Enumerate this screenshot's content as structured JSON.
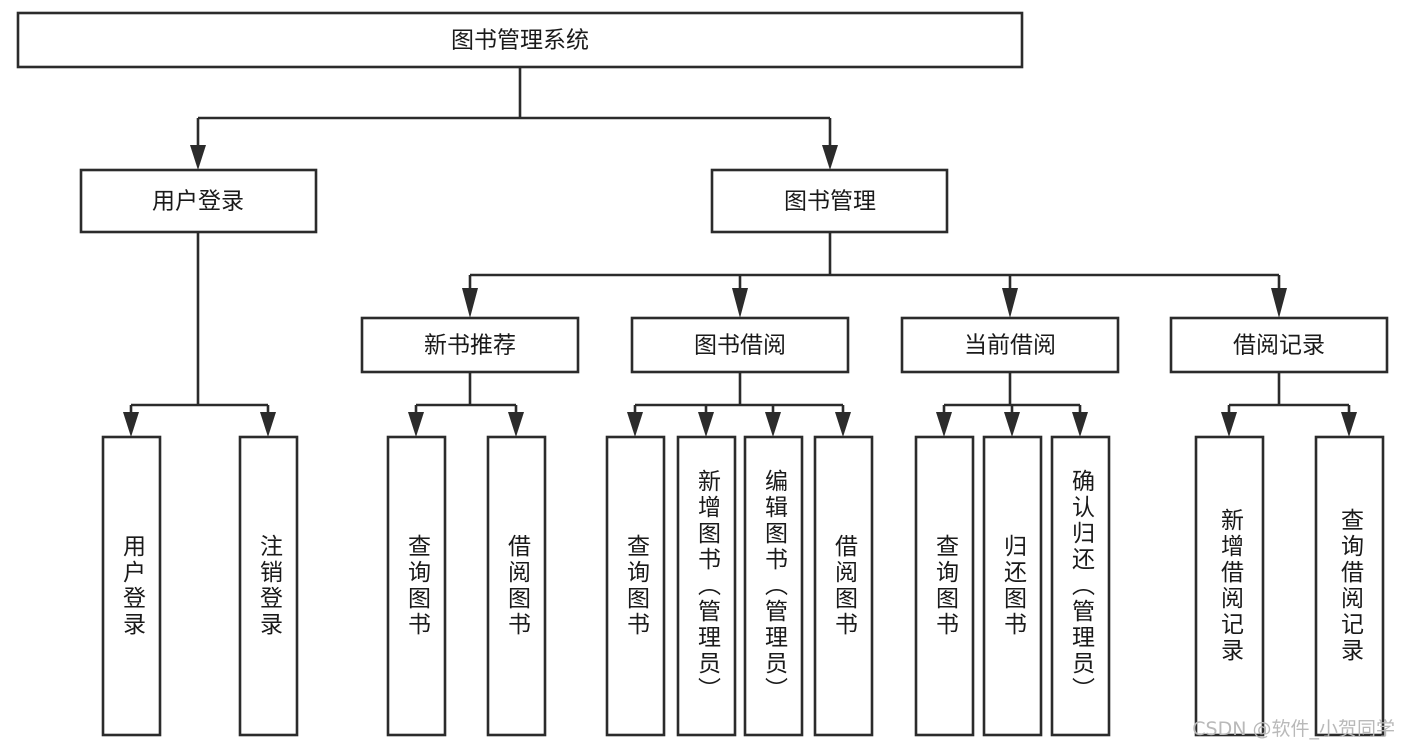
{
  "diagram": {
    "type": "tree-structure-chart",
    "title": "图书管理系统",
    "watermark": "CSDN @软件_小贺同学",
    "colors": {
      "stroke": "#2b2b2b",
      "fill": "#ffffff",
      "text": "#1a1a1a",
      "watermark": "#b9b9b9"
    },
    "nodes": {
      "root": {
        "label": "图书管理系统",
        "orientation": "horizontal"
      },
      "level2": [
        {
          "label": "用户登录",
          "orientation": "horizontal"
        },
        {
          "label": "图书管理",
          "orientation": "horizontal"
        }
      ],
      "level3": [
        {
          "label": "新书推荐",
          "orientation": "horizontal"
        },
        {
          "label": "图书借阅",
          "orientation": "horizontal"
        },
        {
          "label": "当前借阅",
          "orientation": "horizontal"
        },
        {
          "label": "借阅记录",
          "orientation": "horizontal"
        }
      ],
      "leaves": {
        "user_login": [
          {
            "label": "用户登录",
            "orientation": "vertical"
          },
          {
            "label": "注销登录",
            "orientation": "vertical"
          }
        ],
        "new_book_recommend": [
          {
            "label": "查询图书",
            "orientation": "vertical"
          },
          {
            "label": "借阅图书",
            "orientation": "vertical"
          }
        ],
        "book_borrow": [
          {
            "label": "查询图书",
            "orientation": "vertical"
          },
          {
            "label": "新增图书（管理员）",
            "orientation": "vertical"
          },
          {
            "label": "编辑图书（管理员）",
            "orientation": "vertical"
          },
          {
            "label": "借阅图书",
            "orientation": "vertical"
          }
        ],
        "current_borrow": [
          {
            "label": "查询图书",
            "orientation": "vertical"
          },
          {
            "label": "归还图书",
            "orientation": "vertical"
          },
          {
            "label": "确认归还（管理员）",
            "orientation": "vertical"
          }
        ],
        "borrow_record": [
          {
            "label": "新增借阅记录",
            "orientation": "vertical"
          },
          {
            "label": "查询借阅记录",
            "orientation": "vertical"
          }
        ]
      }
    }
  }
}
